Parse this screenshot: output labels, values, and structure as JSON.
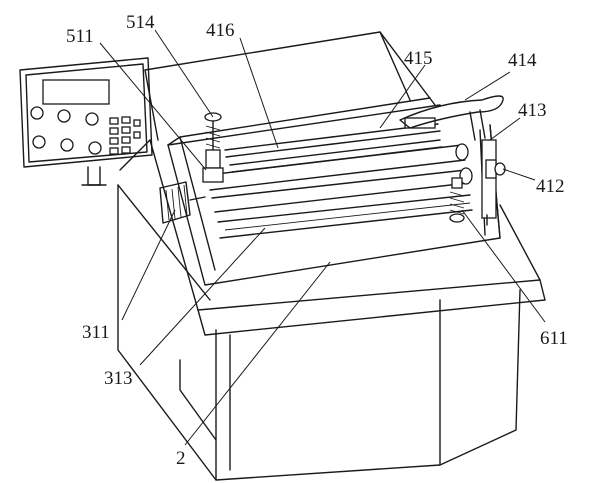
{
  "callouts": {
    "c511": "511",
    "c514": "514",
    "c416": "416",
    "c415": "415",
    "c414": "414",
    "c413": "413",
    "c412": "412",
    "c611": "611",
    "c311": "311",
    "c313": "313",
    "c2": "2"
  }
}
